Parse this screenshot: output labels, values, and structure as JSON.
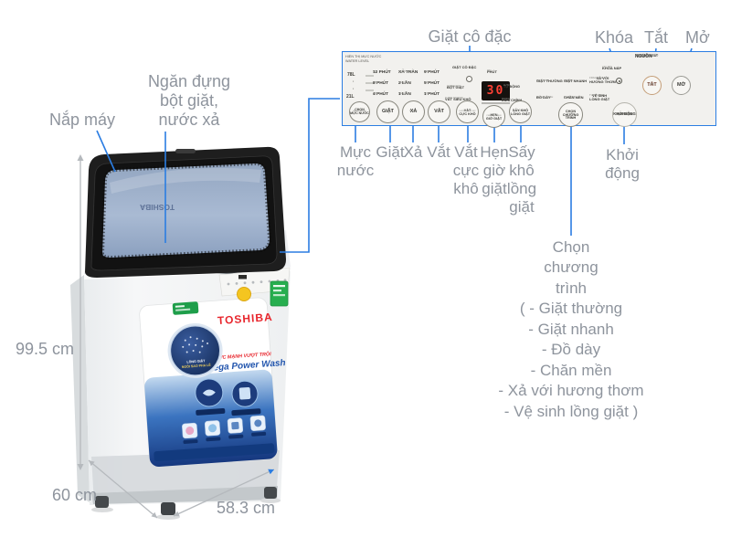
{
  "colors": {
    "accent_blue": "#2b7de2",
    "label_gray": "#8e949d",
    "panel_border": "#2b7de2",
    "brand_red": "#e8262d",
    "sticker_blue": "#2356ae",
    "display_red": "#ff4135",
    "power_off_ring": "#c49d77",
    "energy_green": "#27ae4f",
    "badge_yellow": "#f4c520"
  },
  "machine": {
    "brand": "TOSHIBA",
    "lid_brand": "TOSHIBA",
    "sticker_headline": "SỨC MẠNH VƯỢT TRỘI",
    "sticker_subheadline": "Mega Power Wash",
    "drum_badge_line1": "LỒNG GIẶT",
    "drum_badge_line2": "NGÔI SAO PHA LÊ"
  },
  "dimensions": {
    "height": "99.5 cm",
    "depth": "60 cm",
    "width": "58.3 cm"
  },
  "callouts": {
    "lid": "Nắp máy",
    "detergent_box": "Ngăn đựng\nbột giặt,\nnước xả",
    "concentrated": "Giặt cô đặc",
    "lock": "Khóa",
    "power_off": "Tắt",
    "power_on": "Mở",
    "water_level": "Mực\nnước",
    "wash": "Giặt",
    "rinse": "Xả",
    "spin": "Vắt",
    "super_spin": "Vắt\ncực\nkhô",
    "timer": "Hẹn\ngiờ\ngiặt",
    "tub_dry": "Sấy\nkhô\nlồng\ngiặt",
    "start": "Khởi\nđộng",
    "program": "Chọn\nchương\ntrình\n( - Giặt thường\n- Giặt nhanh\n- Đồ dày\n- Chăn mền\n- Xả với hương thơm\n- Vệ sinh lồng giặt )"
  },
  "panel": {
    "water_level": {
      "header": "HIỂN THỊ MỰC NƯỚC\nWATER LEVEL",
      "levels": [
        "78L",
        "·",
        "·",
        "21L"
      ],
      "button": "CHỌN\nMỰC NƯỚC",
      "button_sub": "WATER LEVEL"
    },
    "wash_col": {
      "options": [
        "12 PHÚT",
        "8 PHÚT",
        "4 PHÚT"
      ],
      "unit": "MIN",
      "button": "GIẶT",
      "button_sub": "WASH"
    },
    "rinse_col": {
      "options": [
        "XẢ TRÀN",
        "2 LẦN",
        "1 LẦN"
      ],
      "subs": [
        "OVER FLOW",
        "TIMES",
        "TIMES"
      ],
      "button": "XẢ",
      "button_sub": "RINSE"
    },
    "spin_col": {
      "options": [
        "9 PHÚT",
        "5 PHÚT",
        "1 PHÚT"
      ],
      "unit": "MIN",
      "button": "VẮT",
      "button_sub": "SPIN"
    },
    "concentrated_label": "GIẶT CÔ ĐẶC",
    "detergent_label": "BỘT GIẶT",
    "detergent_sub": "DETERGENT",
    "super_dry_label": "VẮT SIÊU KHÔ",
    "super_dry_sub": "SUPER SPIN DRY",
    "display": {
      "value": "30",
      "unit": "PHÚT",
      "unit_sub": "MIN",
      "auto": "TỰ ĐỘNG",
      "auto_sub": "AUTO",
      "manual": "ĐIỀU CHỈNH",
      "manual_sub": "MANUAL"
    },
    "mid_buttons": [
      {
        "label": "VẮT\nCỰC KHÔ",
        "sub": "SUPER SPIN DRY"
      },
      {
        "label": "HẸN\nGIỜ GIẶT",
        "sub": "PRESET TIMER"
      },
      {
        "label": "SẤY KHÔ\nLỒNG GIẶT",
        "sub": "TUB DRY"
      }
    ],
    "programs": [
      {
        "label": "GIẶT THƯỜNG",
        "sub": "REGULAR"
      },
      {
        "label": "GIẶT NHANH",
        "sub": "SPEED"
      },
      {
        "label": "XẢ VỚI\nHƯƠNG THƠM",
        "sub": "FRAGRANCE"
      },
      {
        "label": "ĐỒ DÀY",
        "sub": "HEAVY WASH"
      },
      {
        "label": "CHĂN MỀN",
        "sub": "BLANKET"
      },
      {
        "label": "VỆ SINH\nLỒNG GIẶT",
        "sub": "TUB CLEAN"
      }
    ],
    "program_button": {
      "label": "CHỌN\nCHƯƠNG\nTRÌNH",
      "sub": "COURSE"
    },
    "lid_lock": {
      "label": "KHÓA NẮP",
      "sub": "LID LOCK"
    },
    "power": {
      "title": "NGUỒN",
      "sub1": "TỰ ĐỘNG NGẮT",
      "sub2": "POWER (AUTO OFF)",
      "off": "TẮT",
      "off_sub": "OFF",
      "on": "MỞ",
      "on_sub": "ON"
    },
    "start_button": {
      "top": "START",
      "label": "KHỞI ĐỘNG",
      "label2": "TẠM DỪNG",
      "bottom": "HOLD"
    }
  }
}
